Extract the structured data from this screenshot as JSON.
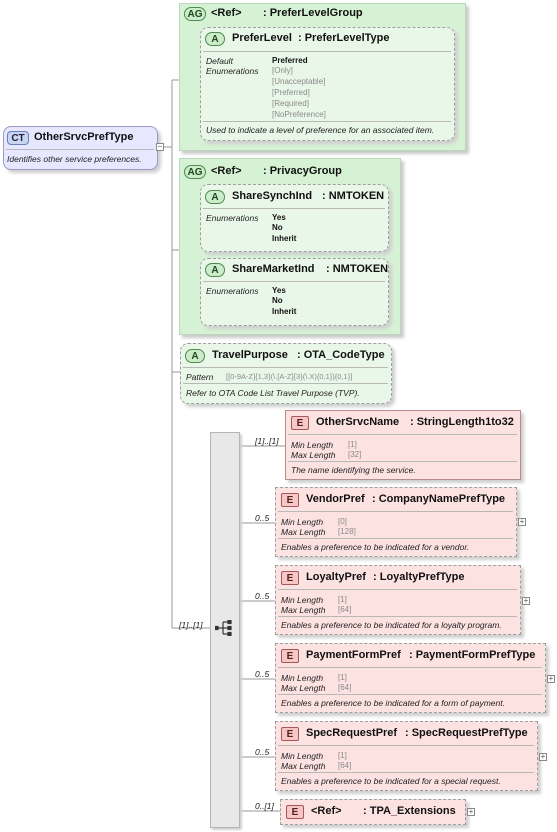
{
  "root": {
    "badge": "CT",
    "name": "OtherSrvcPrefType",
    "doc": "Identifies other service preferences."
  },
  "prefer_level_group": {
    "badge": "AG",
    "ref": "<Ref>",
    "name": ": PreferLevelGroup",
    "attr": {
      "badge": "A",
      "name": "PreferLevel",
      "type": ": PreferLevelType",
      "default_label": "Default",
      "default_value": "Preferred",
      "enum_label": "Enumerations",
      "enums": [
        "[Only]",
        "[Unacceptable]",
        "[Preferred]",
        "[Required]",
        "[NoPreference]"
      ],
      "doc": "Used to indicate a level of preference for an associated item."
    }
  },
  "privacy_group": {
    "badge": "AG",
    "ref": "<Ref>",
    "name": ": PrivacyGroup",
    "attrs": [
      {
        "badge": "A",
        "name": "ShareSynchInd",
        "type": ": NMTOKEN",
        "enum_label": "Enumerations",
        "enums": [
          "Yes",
          "No",
          "Inherit"
        ]
      },
      {
        "badge": "A",
        "name": "ShareMarketInd",
        "type": ": NMTOKEN",
        "enum_label": "Enumerations",
        "enums": [
          "Yes",
          "No",
          "Inherit"
        ]
      }
    ]
  },
  "travel_purpose": {
    "badge": "A",
    "name": "TravelPurpose",
    "type": ": OTA_CodeType",
    "pattern_label": "Pattern",
    "pattern": "[[0-9A-Z]{1,3}(\\.[A-Z]{3}(\\.X){0,1}){0,1}]",
    "doc": "Refer to OTA Code List Travel Purpose (TVP)."
  },
  "sequence": {
    "occurs": "[1]..[1]"
  },
  "elements": [
    {
      "badge": "E",
      "name": "OtherSrvcName",
      "type": ": StringLength1to32",
      "occurs": "[1]..[1]",
      "min_label": "Min Length",
      "min": "[1]",
      "max_label": "Max Length",
      "max": "[32]",
      "doc": "The name identifying the service."
    },
    {
      "badge": "E",
      "name": "VendorPref",
      "type": ": CompanyNamePrefType",
      "occurs": "0..5",
      "min_label": "Min Length",
      "min": "[0]",
      "max_label": "Max Length",
      "max": "[128]",
      "doc": "Enables a preference to be indicated for a vendor."
    },
    {
      "badge": "E",
      "name": "LoyaltyPref",
      "type": ": LoyaltyPrefType",
      "occurs": "0..5",
      "min_label": "Min Length",
      "min": "[1]",
      "max_label": "Max Length",
      "max": "[64]",
      "doc": "Enables a preference to be indicated for a loyalty program."
    },
    {
      "badge": "E",
      "name": "PaymentFormPref",
      "type": ": PaymentFormPrefType",
      "occurs": "0..5",
      "min_label": "Min Length",
      "min": "[1]",
      "max_label": "Max Length",
      "max": "[64]",
      "doc": "Enables a preference to be indicated for a form of payment."
    },
    {
      "badge": "E",
      "name": "SpecRequestPref",
      "type": ": SpecRequestPrefType",
      "occurs": "0..5",
      "min_label": "Min Length",
      "min": "[1]",
      "max_label": "Max Length",
      "max": "[64]",
      "doc": "Enables a preference to be indicated for a special request."
    },
    {
      "badge": "E",
      "ref": "<Ref>",
      "name": ": TPA_Extensions",
      "occurs": "0..[1]"
    }
  ],
  "colors": {
    "complex_type": "#e7e7ff",
    "attribute_group": "#d6f2d4",
    "attribute": "#e9f7e8",
    "element": "#fde2e2"
  }
}
